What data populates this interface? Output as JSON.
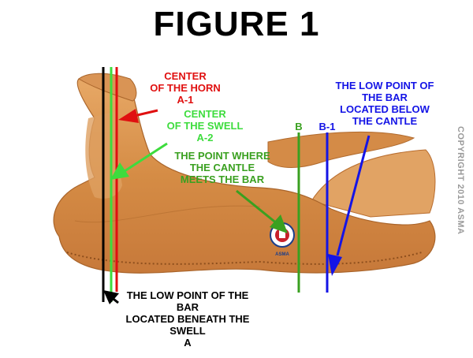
{
  "title": "FIGURE 1",
  "labels": {
    "horn": "CENTER\nOF THE HORN\nA-1",
    "swell": "CENTER\nOF THE SWELL\nA-2",
    "cantle_bar": "THE POINT WHERE\nTHE CANTLE\nMEETS THE BAR",
    "line_b": "B",
    "line_b1": "B-1",
    "low_point_cantle": "THE LOW POINT OF THE BAR\nLOCATED BELOW\nTHE CANTLE",
    "low_point_swell": "THE LOW POINT OF THE BAR\nLOCATED BENEATH THE SWELL\nA"
  },
  "logo_text": "ASMA",
  "copyright": "COPYRIGHT 2010 ASMA",
  "colors": {
    "red": "#e01010",
    "green": "#3aa020",
    "light_green": "#3ddc3d",
    "blue": "#1414e6",
    "black": "#000000",
    "saddle_tree": "#d9924a"
  }
}
